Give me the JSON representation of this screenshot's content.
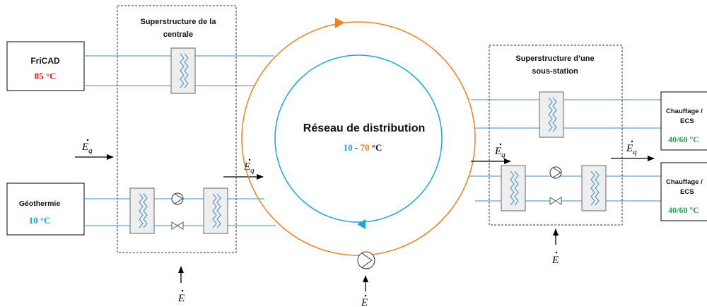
{
  "colors": {
    "pipe": "#3a8fc9",
    "cold": "#1aa7e0",
    "hot": "#f08020",
    "red": "#e81c1c",
    "green": "#1fa84a",
    "box_fill": "#eeeeee"
  },
  "central": {
    "title_line1": "Superstructure de la",
    "title_line2": "centrale"
  },
  "substation": {
    "title_line1": "Superstructure d’une",
    "title_line2": "sous-station"
  },
  "network": {
    "title": "Réseau de distribution",
    "temp_low": "10",
    "temp_sep": " - ",
    "temp_high": "70",
    "temp_unit": " °C"
  },
  "sources": {
    "fricad": {
      "name": "FriCAD",
      "temp": "85 °C"
    },
    "geo": {
      "name": "Géothermie",
      "temp": "10 °C"
    }
  },
  "consumers": {
    "top": {
      "line1": "Chauffage /",
      "line2": "ECS",
      "temp": "40/60 °C"
    },
    "bottom": {
      "line1": "Chauffage /",
      "line2": "ECS",
      "temp": "40/60 °C"
    }
  },
  "symbols": {
    "eq": "E",
    "eq_sub": "q",
    "e": "E"
  }
}
